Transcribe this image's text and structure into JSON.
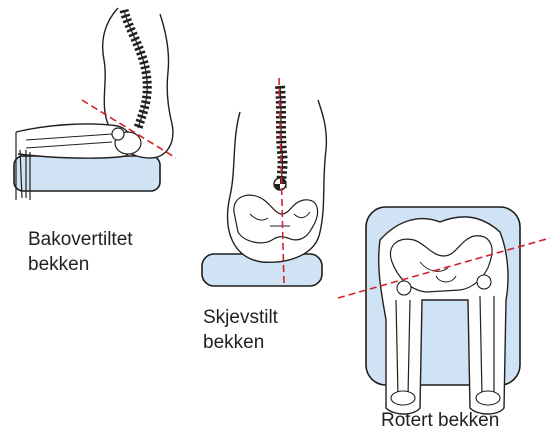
{
  "figures": [
    {
      "id": "posterior-tilt",
      "caption_lines": [
        "Bakovertiltet",
        "bekken"
      ]
    },
    {
      "id": "oblique",
      "caption_lines": [
        "Skjevstilt",
        "bekken"
      ]
    },
    {
      "id": "rotated",
      "caption_lines": [
        "Rotert bekken"
      ]
    }
  ],
  "colors": {
    "cushion_fill": "#cfe3f4",
    "cushion_stroke": "#1d1d1b",
    "reference_line": "#d2232a",
    "bone_fill": "#ffffff",
    "outline": "#231f20",
    "text": "#231f20"
  }
}
